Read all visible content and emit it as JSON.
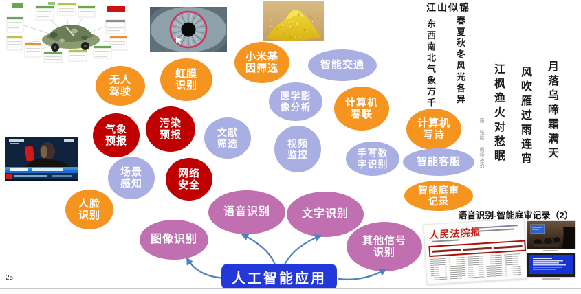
{
  "slide": {
    "page_number": "25"
  },
  "palette": {
    "orange": "#F5941F",
    "periwinkle": "#A9AEE3",
    "red": "#C00000",
    "magenta": "#C06FB0",
    "center_blue": "#2238D8",
    "arrow_blue": "#4F81BD",
    "masthead_red": "#C3231D"
  },
  "center_box": {
    "label": "人工智能应用"
  },
  "bubbles": [
    {
      "id": "autonomous-driving",
      "lines": [
        "无人",
        "驾驶"
      ],
      "color": "orange"
    },
    {
      "id": "iris-recognition",
      "lines": [
        "虹膜",
        "识别"
      ],
      "color": "orange"
    },
    {
      "id": "millet-gene-screening",
      "lines": [
        "小米基",
        "因筛选"
      ],
      "color": "orange"
    },
    {
      "id": "intelligent-transportation",
      "lines": [
        "智能交通"
      ],
      "color": "periwinkle"
    },
    {
      "id": "medical-imaging-analysis",
      "lines": [
        "医学影",
        "像分析"
      ],
      "color": "periwinkle"
    },
    {
      "id": "computer-spring-couplets",
      "lines": [
        "计算机",
        "春联"
      ],
      "color": "orange"
    },
    {
      "id": "weather-forecast",
      "lines": [
        "气象",
        "预报"
      ],
      "color": "red"
    },
    {
      "id": "pollution-forecast",
      "lines": [
        "污染",
        "预报"
      ],
      "color": "red"
    },
    {
      "id": "literature-screening",
      "lines": [
        "文献",
        "筛选"
      ],
      "color": "periwinkle"
    },
    {
      "id": "video-surveillance",
      "lines": [
        "视频",
        "监控"
      ],
      "color": "periwinkle"
    },
    {
      "id": "scene-perception",
      "lines": [
        "场景",
        "感知"
      ],
      "color": "periwinkle"
    },
    {
      "id": "network-security",
      "lines": [
        "网络",
        "安全"
      ],
      "color": "red"
    },
    {
      "id": "face-recognition",
      "lines": [
        "人脸",
        "识别"
      ],
      "color": "orange"
    },
    {
      "id": "handwritten-digit-recognition",
      "lines": [
        "手写数",
        "字识别"
      ],
      "color": "periwinkle"
    },
    {
      "id": "computer-poetry",
      "lines": [
        "计算机",
        "写诗"
      ],
      "color": "orange"
    },
    {
      "id": "intelligent-customer-service",
      "lines": [
        "智能客服"
      ],
      "color": "periwinkle"
    },
    {
      "id": "court-recording",
      "lines": [
        "智能庭审",
        "记录"
      ],
      "color": "orange"
    },
    {
      "id": "image-recognition",
      "lines": [
        "图像识别"
      ],
      "color": "magenta"
    },
    {
      "id": "speech-recognition",
      "lines": [
        "语音识别"
      ],
      "color": "magenta"
    },
    {
      "id": "text-recognition",
      "lines": [
        "文字识别"
      ],
      "color": "magenta"
    },
    {
      "id": "other-signal-recognition",
      "lines": [
        "其他信号",
        "识别"
      ],
      "color": "magenta"
    }
  ],
  "couplet": {
    "title": "江山似锦",
    "columns": [
      "春夏秋冬风光各异",
      "东西南北气象万千"
    ]
  },
  "poem": {
    "columns": [
      "月落乌啼霜满天",
      "风吹雁过雨连宵",
      "江枫渔火对愁眠"
    ],
    "attribution": "唐 张继 枫桥夜泊"
  },
  "court_slide": {
    "title": "语音识别-智能庭审记录（2）",
    "newspaper_masthead": "人民法院报"
  }
}
